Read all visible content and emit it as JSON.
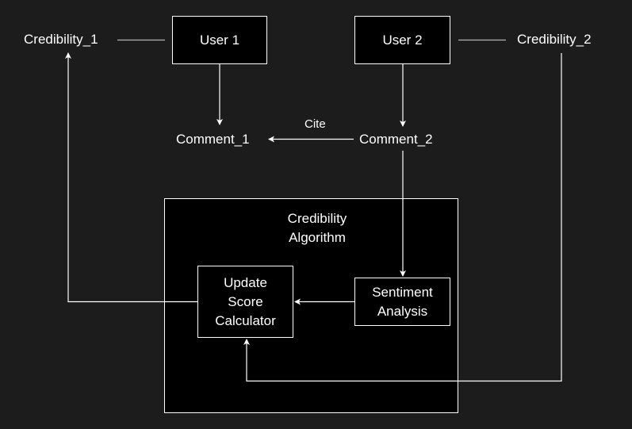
{
  "nodes": {
    "user1": "User 1",
    "user2": "User 2",
    "credibility1": "Credibility_1",
    "credibility2": "Credibility_2",
    "comment1": "Comment_1",
    "comment2": "Comment_2",
    "cite": "Cite",
    "algorithm": "Credibility\nAlgorithm",
    "sentiment": "Sentiment\nAnalysis",
    "calculator": "Update\nScore\nCalculator"
  },
  "colors": {
    "background": "#1c1c1c",
    "box_fill": "#000000",
    "stroke": "#ffffff",
    "connector_gray": "#b3b3b3"
  }
}
